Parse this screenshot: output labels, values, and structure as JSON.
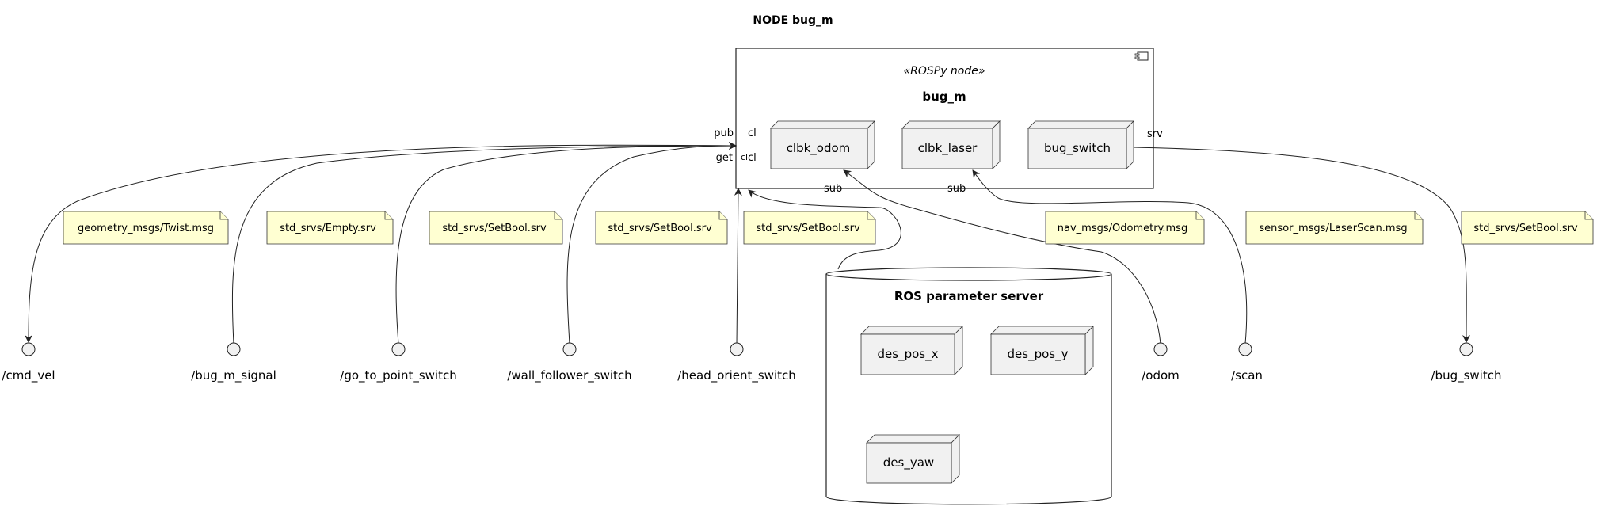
{
  "title": "NODE bug_m",
  "node": {
    "stereotype": "«ROSPy node»",
    "name": "bug_m",
    "callbacks": [
      "clbk_odom",
      "clbk_laser",
      "bug_switch"
    ]
  },
  "ports": {
    "pub": "pub",
    "cl1": "cl",
    "cl2": "cl",
    "get": "get",
    "cl3": "cl",
    "sub1": "sub",
    "sub2": "sub",
    "srv": "srv"
  },
  "interfaces": [
    "/cmd_vel",
    "/bug_m_signal",
    "/go_to_point_switch",
    "/wall_follower_switch",
    "/head_orient_switch",
    "/odom",
    "/scan",
    "/bug_switch"
  ],
  "notes": [
    "geometry_msgs/Twist.msg",
    "std_srvs/Empty.srv",
    "std_srvs/SetBool.srv",
    "std_srvs/SetBool.srv",
    "std_srvs/SetBool.srv",
    "nav_msgs/Odometry.msg",
    "sensor_msgs/LaserScan.msg",
    "std_srvs/SetBool.srv"
  ],
  "param_server": {
    "name": "ROS parameter server",
    "params": [
      "des_pos_x",
      "des_pos_y",
      "des_yaw"
    ]
  }
}
